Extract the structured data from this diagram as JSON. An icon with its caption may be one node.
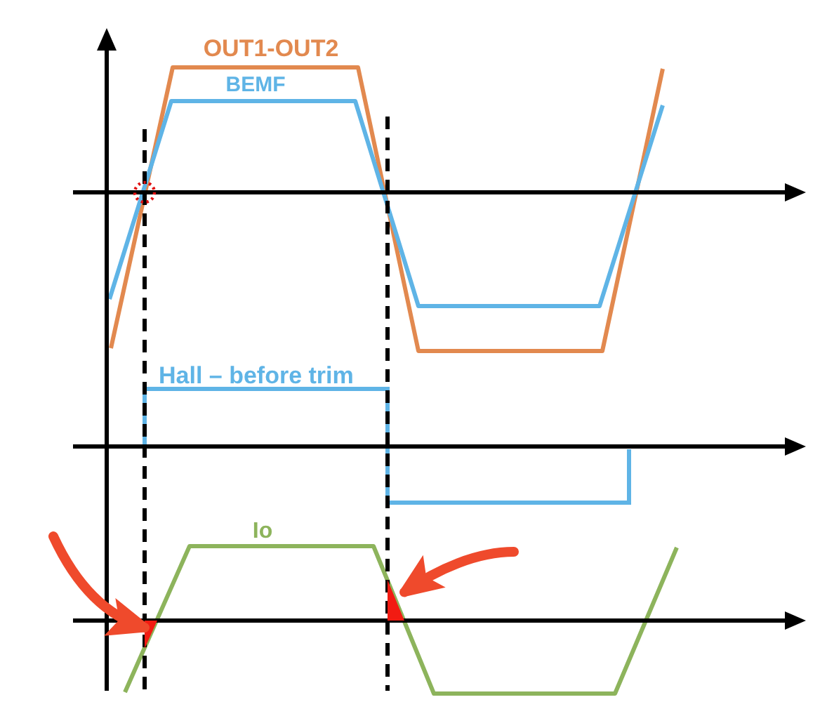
{
  "diagram": {
    "nodes": [
      {
        "text": [],
        "shape": "triangle"
      },
      {
        "text": [],
        "shape": "triangle"
      }
    ],
    "edges": [
      {
        "from": null,
        "to": 0,
        "arrow": "to"
      },
      {
        "from": null,
        "to": 1,
        "arrow": "to"
      }
    ],
    "labels": [
      "OUT1-OUT2",
      "BEMF",
      "Hall – before trim",
      "Io"
    ]
  }
}
